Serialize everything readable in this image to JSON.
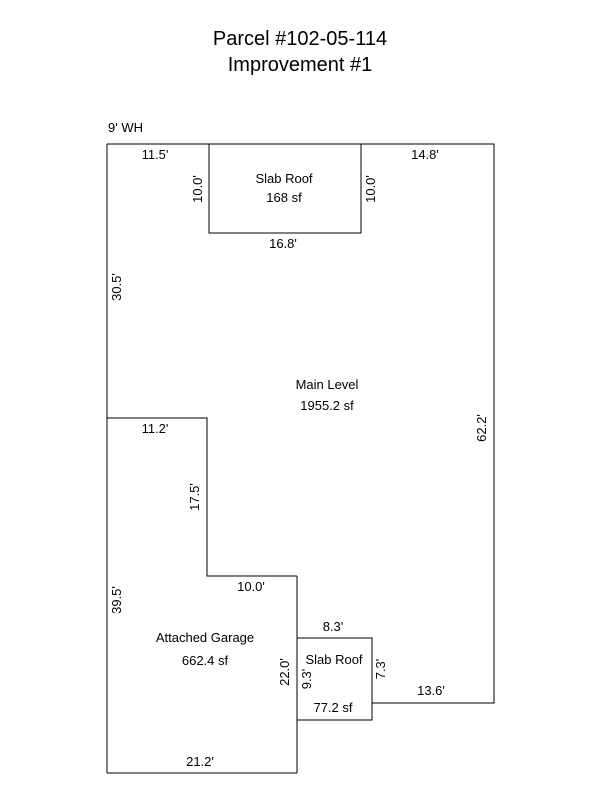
{
  "title": "Parcel #102-05-114",
  "subtitle": "Improvement #1",
  "note": "9' WH",
  "areas": {
    "slab_roof_top": {
      "name": "Slab Roof",
      "area": "168 sf"
    },
    "main_level": {
      "name": "Main Level",
      "area": "1955.2 sf"
    },
    "garage": {
      "name": "Attached Garage",
      "area": "662.4 sf"
    },
    "slab_roof_bottom": {
      "name": "Slab Roof",
      "area": "77.2 sf"
    }
  },
  "dimensions": {
    "top_left": "11.5'",
    "top_right": "14.8'",
    "slab_top_left": "10.0'",
    "slab_top_right": "10.0'",
    "slab_top_bottom": "16.8'",
    "left_upper": "30.5'",
    "right": "62.2'",
    "step1": "11.2'",
    "step_vertical": "17.5'",
    "step2": "10.0'",
    "left_lower": "39.5'",
    "slab_bottom_top": "8.3'",
    "slab_bottom_left": "9.3'",
    "slab_bottom_right": "7.3'",
    "garage_right": "22.0'",
    "bottom_right": "13.6'",
    "bottom": "21.2'"
  }
}
